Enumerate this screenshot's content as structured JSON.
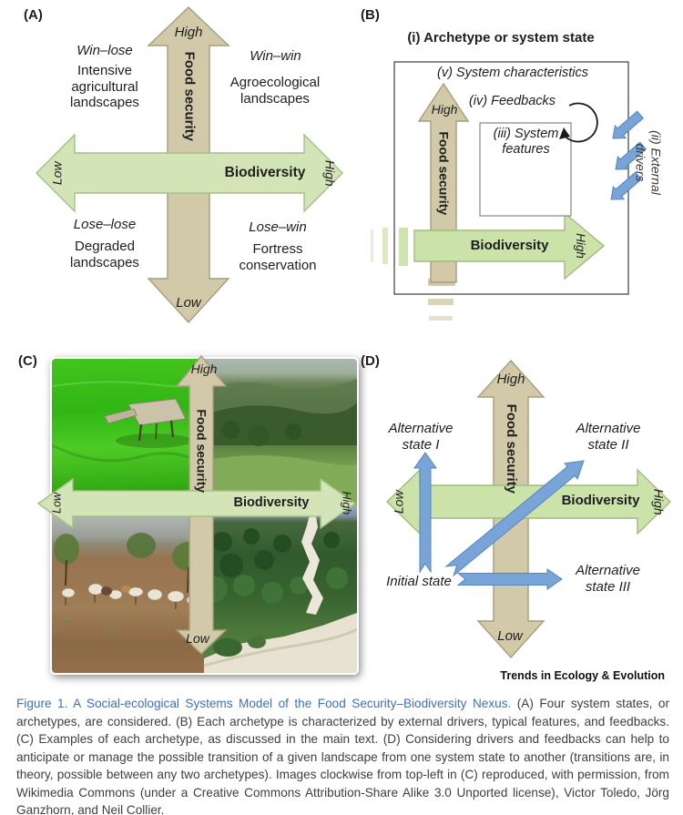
{
  "figure": {
    "panel_a": {
      "label": "(A)",
      "high_top": "High",
      "low_bottom": "Low",
      "low_left": "Low",
      "high_right": "High",
      "food_security": "Food security",
      "biodiversity": "Biodiversity",
      "quadrants": {
        "top_left": {
          "heading": "Win–lose",
          "text": "Intensive agricultural landscapes"
        },
        "top_right": {
          "heading": "Win–win",
          "text": "Agroecological landscapes"
        },
        "bottom_left": {
          "heading": "Lose–lose",
          "text": "Degraded landscapes"
        },
        "bottom_right": {
          "heading": "Lose–win",
          "text": "Fortress conservation"
        }
      }
    },
    "panel_b": {
      "label": "(B)",
      "title": "(i) Archetype or system state",
      "system_characteristics": "(v) System characteristics",
      "feedbacks": "(iv) Feedbacks",
      "system_features": "(iii) System features",
      "external_drivers": "(ii) External drivers",
      "high_vertical": "High",
      "high_horizontal": "High",
      "food_security": "Food security",
      "biodiversity": "Biodiversity"
    },
    "panel_c": {
      "label": "(C)",
      "high_top": "High",
      "low_bottom": "Low",
      "low_left": "Low",
      "high_right": "High",
      "food_security": "Food security",
      "biodiversity": "Biodiversity",
      "photo_descriptions": [
        "rice paddy with thatched hut",
        "forested agroecological hills",
        "degraded grazing land with cattle",
        "protected forest with white river"
      ]
    },
    "panel_d": {
      "label": "(D)",
      "high_top": "High",
      "low_bottom": "Low",
      "low_left": "Low",
      "high_right": "High",
      "food_security": "Food security",
      "biodiversity": "Biodiversity",
      "initial_state": "Initial state",
      "alternative_state_1": "Alternative state I",
      "alternative_state_2": "Alternative state II",
      "alternative_state_3": "Alternative state III"
    },
    "journal": "Trends in Ecology & Evolution",
    "caption": {
      "title": "Figure 1. A Social-ecological Systems Model of the Food Security–Biodiversity Nexus.",
      "body": " (A) Four system states, or archetypes, are considered. (B) Each archetype is characterized by external drivers, typical features, and feedbacks. (C) Examples of each archetype, as discussed in the main text. (D) Considering drivers and feedbacks can help to anticipate or manage the possible transition of a given landscape from one system state to another (transitions are, in theory, possible between any two archetypes). Images clockwise from top-left in (C) reproduced, with permission, from Wikimedia Commons (under a Creative Commons Attribution-Share Alike 3.0 Unported license), Victor Toledo, Jörg Ganzhorn, and Neil Collier."
    },
    "colors": {
      "arrow_tan": "#d1c9a8",
      "arrow_green": "#d3e5b6",
      "arrow_blue": "#78a4d8",
      "caption_blue": "#4170b4"
    }
  }
}
